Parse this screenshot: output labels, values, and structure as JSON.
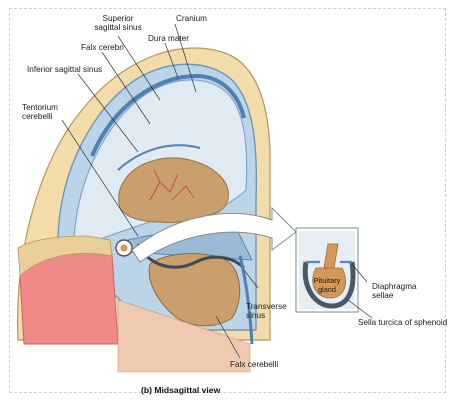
{
  "labels": {
    "superior_sagittal_sinus": "Superior\nsagittal sinus",
    "cranium": "Cranium",
    "dura_mater": "Dura mater",
    "falx_cerebri": "Falx cerebri",
    "inferior_sagittal_sinus": "Inferior sagittal sinus",
    "tentorium_cerebelli": "Tentorium\ncerebelli",
    "pituitary_gland": "Pituitary\ngland",
    "diaphragma_sellae": "Diaphragma\nsellae",
    "sella_turcica": "Sella turcica of sphenoid",
    "transverse_sinus": "Transverse\nsinus",
    "falx_cerebelli": "Falx cerebelli"
  },
  "caption": "(b) Midsagittal view",
  "colors": {
    "bone": "#f1dcaa",
    "dura": "#bcd4e8",
    "sinus": "#4f7fb4",
    "brain": "#c9a06d",
    "pituitary": "#d4985a",
    "nasal": "#f08a86"
  }
}
